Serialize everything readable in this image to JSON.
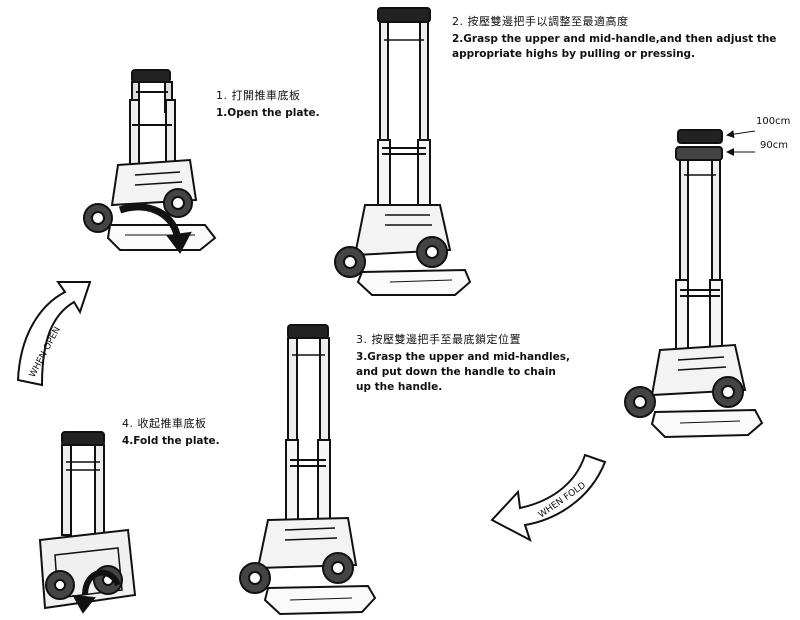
{
  "steps": [
    {
      "cn": "1. 打開推車底板",
      "en": "1.Open the plate."
    },
    {
      "cn": "2. 按壓雙邊把手以調整至最適高度",
      "en_lines": [
        "2.Grasp the upper and mid-handle,and then adjust the",
        "appropriate highs by pulling or pressing."
      ]
    },
    {
      "cn": "3. 按壓雙邊把手至最底鎖定位置",
      "en_lines": [
        "3.Grasp the upper and mid-handles,",
        "and put down the handle to chain",
        "up the handle."
      ]
    },
    {
      "cn": "4. 收起推車底板",
      "en": "4.Fold the plate."
    }
  ],
  "height_labels": {
    "high": "100cm",
    "low": "90cm"
  },
  "arrows": {
    "open": "WHEN OPEN",
    "fold": "WHEN FOLD"
  }
}
